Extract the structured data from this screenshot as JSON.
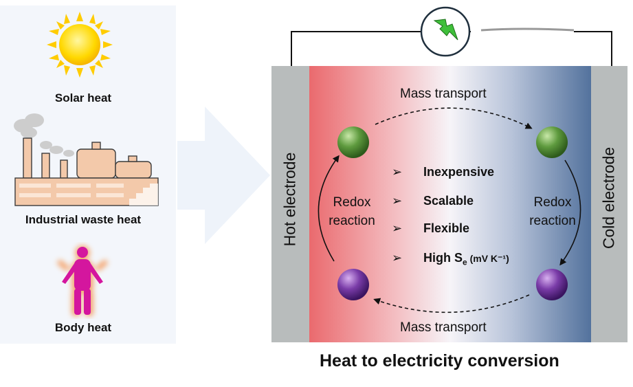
{
  "sources": [
    {
      "label": "Solar heat",
      "icon": "sun-icon"
    },
    {
      "label": "Industrial waste heat",
      "icon": "factory-icon"
    },
    {
      "label": "Body heat",
      "icon": "human-body-icon"
    }
  ],
  "electrodes": {
    "hot": "Hot electrode",
    "cold": "Cold electrode"
  },
  "processes": {
    "mass_transport_top": "Mass transport",
    "mass_transport_bottom": "Mass transport",
    "redox_left": [
      "Redox",
      "reaction"
    ],
    "redox_right": [
      "Redox",
      "reaction"
    ]
  },
  "advantages": [
    "Inexpensive",
    "Scalable",
    "Flexible"
  ],
  "seebeck": {
    "prefix": "High S",
    "subscript": "e",
    "unit": " (mV K⁻¹)"
  },
  "bullet_marker": "➢",
  "title": "Heat to electricity conversion",
  "colors": {
    "hot": "#ea6a6e",
    "cold": "#53729d",
    "electrode": "#b8bcbc",
    "reduced_ion": "#4e8a33",
    "oxidized_ion": "#6a2f93",
    "bolt": "#3fbf3a"
  }
}
